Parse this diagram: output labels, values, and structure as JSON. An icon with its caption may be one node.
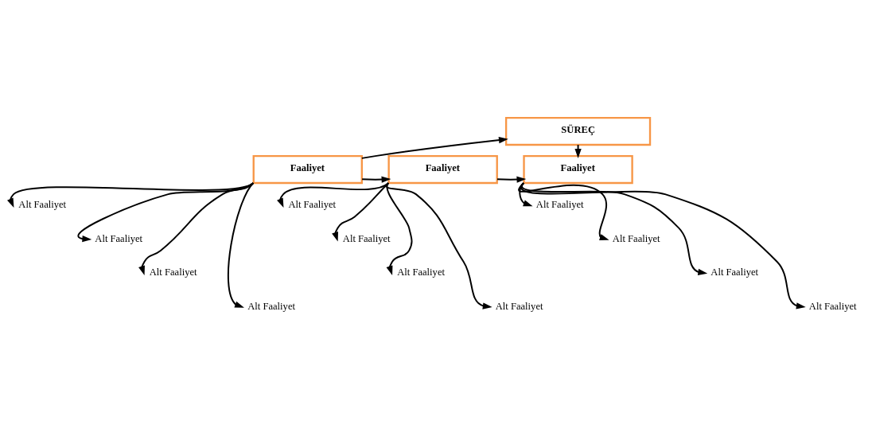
{
  "diagram": {
    "nodes": [
      {
        "text": [
          "SÜREÇ"
        ]
      },
      {
        "text": [
          "Faaliyet"
        ]
      },
      {
        "text": [
          "Faaliyet"
        ]
      },
      {
        "text": [
          "Faaliyet"
        ]
      },
      {
        "text": [
          "Alt Faaliyet"
        ]
      },
      {
        "text": [
          "Alt Faaliyet"
        ]
      },
      {
        "text": [
          "Alt Faaliyet"
        ]
      },
      {
        "text": [
          "Alt Faaliyet"
        ]
      },
      {
        "text": [
          "Alt Faaliyet"
        ]
      },
      {
        "text": [
          "Alt Faaliyet"
        ]
      },
      {
        "text": [
          "Alt Faaliyet"
        ]
      },
      {
        "text": [
          "Alt Faaliyet"
        ]
      },
      {
        "text": [
          "Alt Faaliyet"
        ]
      },
      {
        "text": [
          "Alt Faaliyet"
        ]
      },
      {
        "text": [
          "Alt Faaliyet"
        ]
      },
      {
        "text": [
          "Alt Faaliyet"
        ]
      }
    ],
    "edges": [
      {
        "from": 1,
        "to": 0,
        "arrow": "to"
      },
      {
        "from": 0,
        "to": 3,
        "arrow": "to"
      },
      {
        "from": 1,
        "to": 2,
        "arrow": "to"
      },
      {
        "from": 2,
        "to": 3,
        "arrow": "to"
      },
      {
        "from": 1,
        "to": 4,
        "arrow": "to"
      },
      {
        "from": 1,
        "to": 5,
        "arrow": "to"
      },
      {
        "from": 1,
        "to": 6,
        "arrow": "to"
      },
      {
        "from": 1,
        "to": 7,
        "arrow": "to"
      },
      {
        "from": 2,
        "to": 8,
        "arrow": "to"
      },
      {
        "from": 2,
        "to": 9,
        "arrow": "to"
      },
      {
        "from": 2,
        "to": 10,
        "arrow": "to"
      },
      {
        "from": 2,
        "to": 11,
        "arrow": "to"
      },
      {
        "from": 3,
        "to": 12,
        "arrow": "to"
      },
      {
        "from": 3,
        "to": 13,
        "arrow": "to"
      },
      {
        "from": 3,
        "to": 14,
        "arrow": "to"
      },
      {
        "from": 3,
        "to": 15,
        "arrow": "to"
      }
    ]
  }
}
